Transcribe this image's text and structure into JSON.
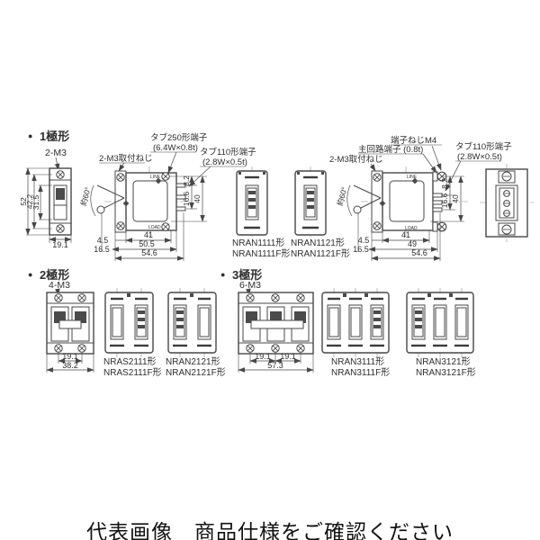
{
  "caption": "代表画像　商品仕様をご確認ください",
  "colors": {
    "line": "#474747",
    "text": "#2e2e2e",
    "background": "#ffffff"
  },
  "p1": {
    "bullet": "●",
    "title": "1極形",
    "m3": "2-M3",
    "fv": {
      "h52": "52",
      "h422": "42.2",
      "h315": "31.5",
      "w191": "19.1"
    },
    "sv1": {
      "mount": "2-M3取付ねじ",
      "tab250": "タブ250形端子",
      "tab250s": "(6.4W×0.8t)",
      "tab110": "タブ110形端子",
      "tab110s": "(2.8W×0.5t)",
      "angle": "約60°",
      "line": "LINE",
      "load": "LOAD",
      "d45": "4.5",
      "d41": "41",
      "d165": "16.5",
      "d505": "50.5",
      "d546": "54.6",
      "v82": "8.2",
      "v166": "16.6",
      "v40": "40"
    },
    "ma1": "NRAN1111形",
    "ma2": "NRAN1111F形",
    "mb1": "NRAN1121形",
    "mb2": "NRAN1121F形",
    "sv2": {
      "tscrew": "端子ねじM4",
      "main": "主回路端子 (0.8t)",
      "mount": "2-M3取付ねじ",
      "tab110": "タブ110形端子",
      "tab110s": "(2.8W×0.5t)",
      "angle": "約60°",
      "line": "LINE",
      "load": "LOAD",
      "d45": "4.5",
      "d41": "41",
      "d165": "16.5",
      "d49": "49",
      "d546": "54.6",
      "v82": "8.2",
      "v166": "16.6",
      "v40": "40"
    }
  },
  "p2": {
    "bullet": "●",
    "title": "2極形",
    "m3": "4-M3",
    "d191": "19.1",
    "d382": "38.2",
    "ma1": "NRAS2111形",
    "ma2": "NRAS2111F形",
    "mb1": "NRAN2121形",
    "mb2": "NRAN2121F形"
  },
  "p3": {
    "bullet": "●",
    "title": "3極形",
    "m3": "6-M3",
    "d191a": "19.1",
    "d191b": "19.1",
    "d573": "57.3",
    "ma1": "NRAN3111形",
    "ma2": "NRAN3111F形",
    "mb1": "NRAN3121形",
    "mb2": "NRAN3121F形"
  }
}
